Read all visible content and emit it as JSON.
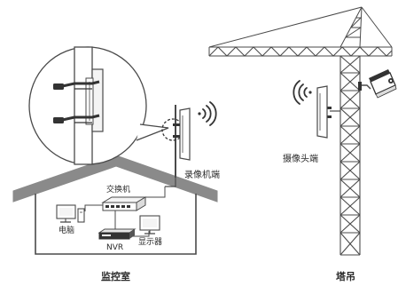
{
  "labels": {
    "monitoring_room": "监控室",
    "tower_crane": "塔吊",
    "recorder_end": "录像机端",
    "camera_end": "摄像头端",
    "switch": "交换机",
    "computer": "电脑",
    "nvr": "NVR",
    "monitor": "显示器"
  },
  "colors": {
    "line": "#4a4a4a",
    "roof": "#8a8a8a",
    "accent_dark": "#333333",
    "light_fill": "#f4f4f4"
  }
}
